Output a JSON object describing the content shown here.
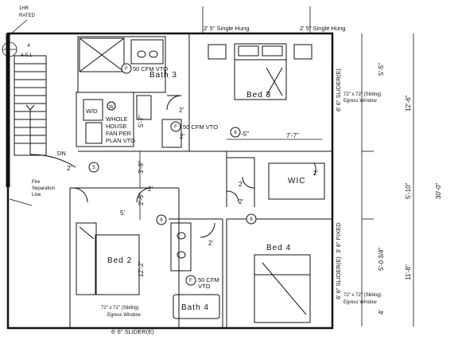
{
  "rooms": {
    "bed3": "Bed 3",
    "bed2": "Bed 2",
    "bed4": "Bed 4",
    "bath3": "Bath 3",
    "bath4": "Bath 4",
    "wic": "WIC"
  },
  "labels": {
    "one_hr_a": "1HR",
    "one_hr_b": "RATED",
    "fire_sep_a": "Fire",
    "fire_sep_b": "Separation",
    "fire_sep_c": "Line",
    "dn": "DN",
    "wd": "W/D",
    "w_circle": "W",
    "whf_1": "WHOLE",
    "whf_2": "HOUSE",
    "whf_3": "FAN PER",
    "whf_4": "PLAN VTO",
    "f": "F",
    "fan_bath3": "50 CFM VTO",
    "fan_mid": "50 CFM VTO",
    "fan_bath4_a": "50 CFM",
    "fan_bath4_b": "VTO",
    "callout_num": "4",
    "callout_sheet": "A-5.1",
    "tag5": "5",
    "tag6": "6"
  },
  "windows": {
    "top_left": "2' 5\" Single Hung",
    "top_right": "2' 5\" Single Hung",
    "right_upper": "6' 6\" SLIDER(E)",
    "right_upper_note_a": "72\" x 72\" (Sliding)",
    "right_upper_note_b": "Egress Window",
    "right_fixed": "3' 6\" FIXED",
    "right_lower": "6' 6\" SLIDER(E)",
    "right_lower_note_a": "72\" x 72\" (Sliding)",
    "right_lower_note_b": "Egress Window",
    "bottom": "6' 6\" SLIDER(E)",
    "bottom_note_a": "72\" x 72\" (Sliding)",
    "bottom_note_b": "Egress Window"
  },
  "dimensions": {
    "d_5_5": "5'-5\"",
    "d_12_6": "12'-6\"",
    "d_30_0": "30'-0\"",
    "d_5_10": "5'-10\"",
    "d_5_034": "5'-0 3/4\"",
    "d_11_8": "11'-8\"",
    "d_4": "4'",
    "d_7_7": "7'-7\"",
    "d_3_9": "3'-9\"",
    "d_2_5": "2'-5\"",
    "d_12_2": "12'-2\"",
    "d_5_7": "5'-7\"",
    "d_5": "5'",
    "d_m5": "-5\"",
    "door_2": "2'"
  }
}
